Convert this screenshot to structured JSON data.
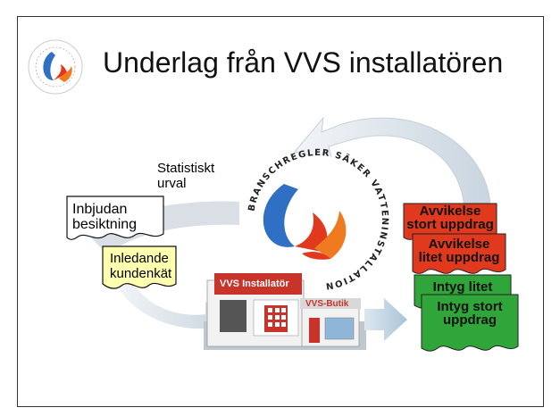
{
  "title": "Underlag från VVS installatören",
  "logo_ring_text": "BRANSCHREGLER SÄKER VATTENINSTALLATION",
  "statistiskt_urval": [
    "Statistiskt",
    "urval"
  ],
  "inbjudan": [
    "Inbjudan",
    "besiktning"
  ],
  "inledande": [
    "Inledande",
    "kundenkät"
  ],
  "store": {
    "sign": "VVS Installatör",
    "shop_sign": "VVS-Butik"
  },
  "cards": [
    {
      "lines": [
        "Avvikelse",
        "stort uppdrag"
      ],
      "color": "#e0391e"
    },
    {
      "lines": [
        "Avvikelse",
        "litet uppdrag"
      ],
      "color": "#e0391e"
    },
    {
      "lines": [
        "Intyg litet"
      ],
      "color": "#2fa53a"
    },
    {
      "lines": [
        "Intyg stort",
        "uppdrag"
      ],
      "color": "#2fa53a"
    }
  ],
  "colors": {
    "red": "#e0391e",
    "green": "#2fa53a",
    "blue": "#2f6fc4",
    "yellow": "#ffffb0",
    "arrow": "#d8e2ea"
  }
}
